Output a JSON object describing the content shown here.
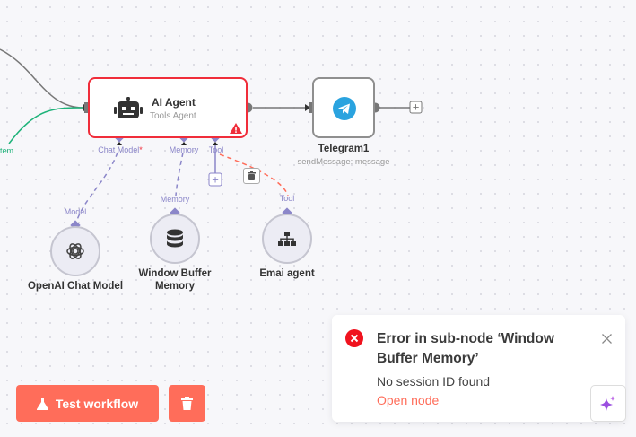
{
  "nodes": {
    "ai_agent": {
      "title": "AI Agent",
      "subtitle": "Tools Agent",
      "ports": {
        "chat_model": "Chat Model",
        "chat_model_required": "*",
        "memory": "Memory",
        "tool": "Tool"
      }
    },
    "telegram": {
      "title": "Telegram1",
      "subtitle": "sendMessage: message"
    },
    "openai": {
      "title": "OpenAI Chat Model",
      "port": "Model"
    },
    "memory": {
      "title_line1": "Window Buffer",
      "title_line2": "Memory",
      "port": "Memory"
    },
    "email_agent": {
      "title": "Emai agent",
      "port": "Tool"
    }
  },
  "edge_label": "tem",
  "buttons": {
    "test_workflow": "Test workflow"
  },
  "toast": {
    "title": "Error in sub-node ‘Window Buffer Memory’",
    "message": "No session ID found",
    "link": "Open node"
  },
  "colors": {
    "accent": "#ff6d5a",
    "error": "#f02d3a",
    "subnode": "#8b86c9",
    "main_edge": "#1fb37a"
  }
}
